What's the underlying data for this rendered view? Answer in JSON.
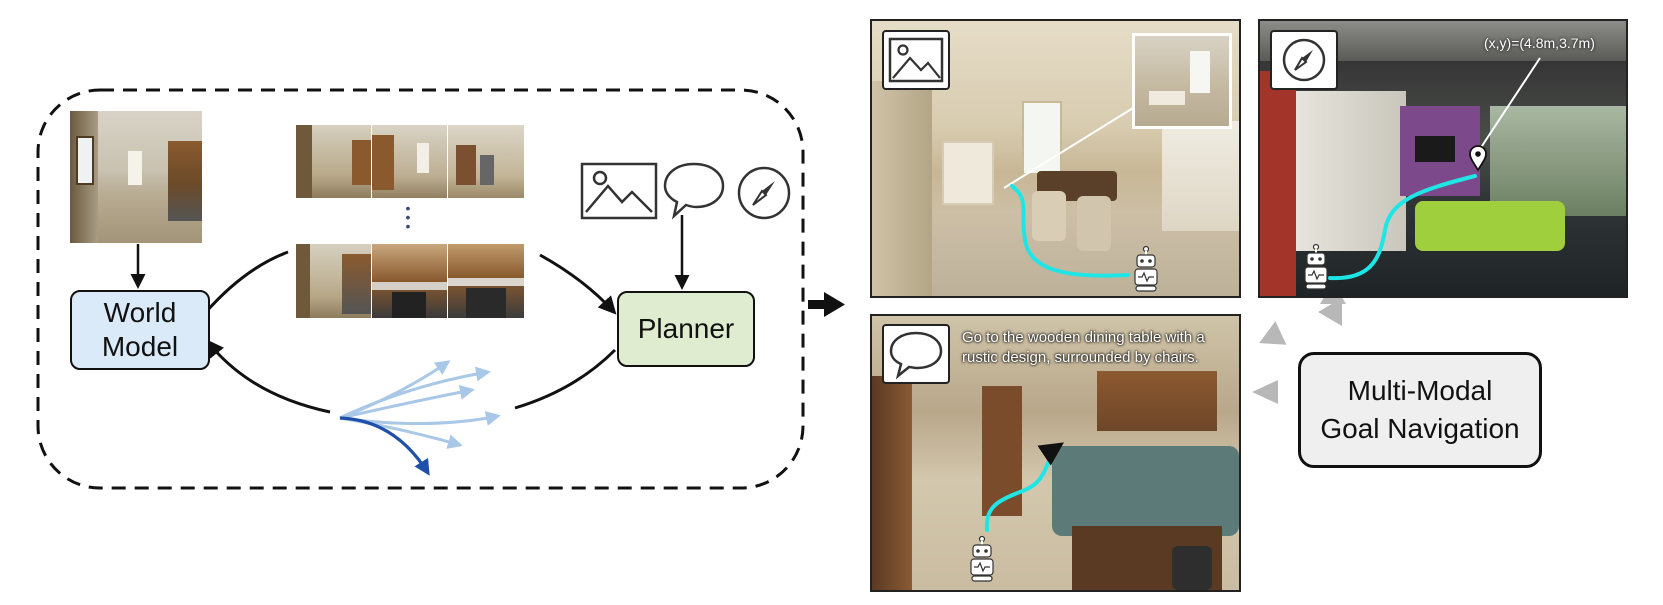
{
  "diagram": {
    "world_model_label": "World\nModel",
    "planner_label": "Planner",
    "goal_nav_label": "Multi-Modal\nGoal Navigation",
    "icons": [
      "image-icon",
      "speech-bubble-icon",
      "compass-icon",
      "robot-icon",
      "location-pin-icon"
    ],
    "text_goal_caption": "Go to the wooden dining table with a rustic design, surrounded by chairs.",
    "point_goal_label": "(x,y)=(4.8m,3.7m)",
    "colors": {
      "world_model_fill": "#dbeaf8",
      "planner_fill": "#dfeccf",
      "goal_nav_fill": "#efefef",
      "path_cyan": "#1fe6e6",
      "trajectory_dark": "#1f4fa8",
      "trajectory_light": "#a9c8e8",
      "arrow_gray": "#b8b8b8"
    }
  }
}
